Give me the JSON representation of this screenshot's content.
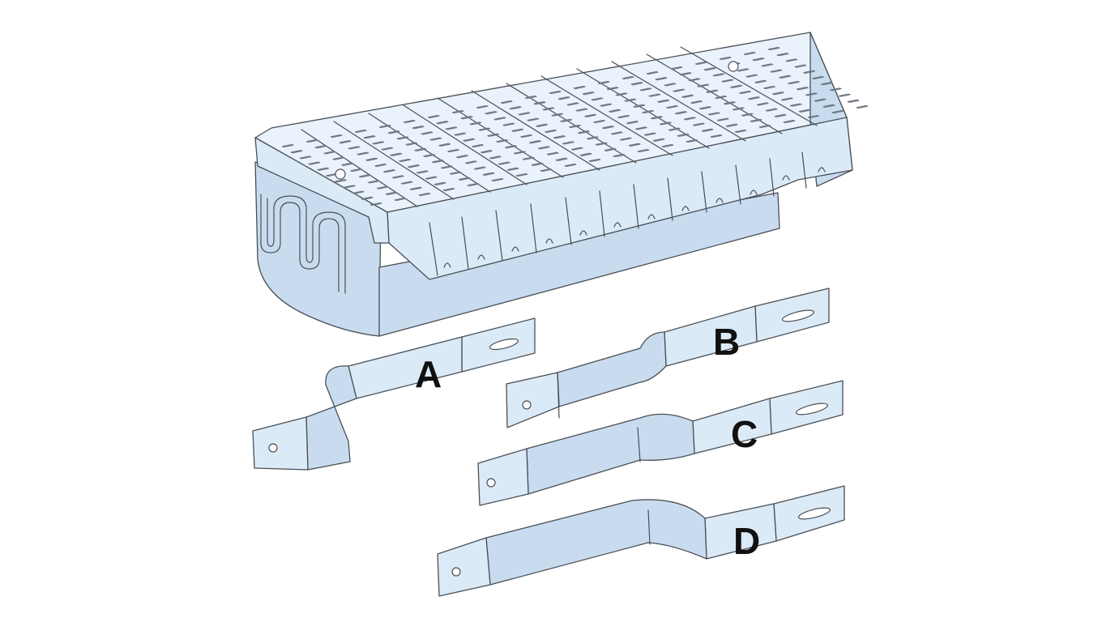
{
  "diagram": {
    "components": [
      {
        "id": "busbar-support",
        "kind": "perforated busbar support"
      },
      {
        "id": "A",
        "label": "A",
        "kind": "connection bar, deep offset"
      },
      {
        "id": "B",
        "label": "B",
        "kind": "connection bar, mid offset"
      },
      {
        "id": "C",
        "label": "C",
        "kind": "connection bar, shallow offset"
      },
      {
        "id": "D",
        "label": "D",
        "kind": "connection bar, wide offset"
      }
    ],
    "colors": {
      "part_fill": "#dbeaf7",
      "outline": "#4a4f55",
      "label": "#111111"
    }
  }
}
